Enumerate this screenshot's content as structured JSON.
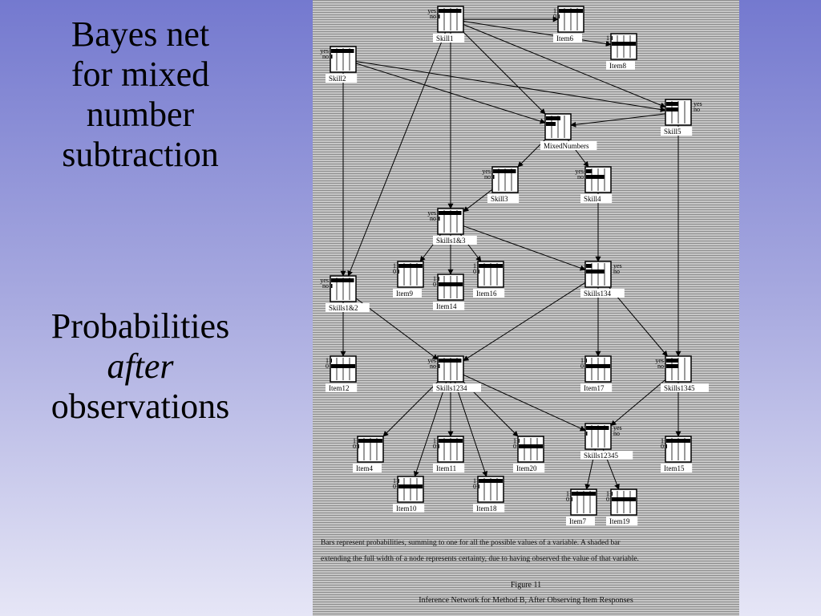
{
  "slide": {
    "title_lines": [
      "Bayes net",
      "for mixed",
      "number",
      "subtraction"
    ],
    "subtitle_line1": "Probabilities",
    "subtitle_line2_italic": "after",
    "subtitle_line3": "observations"
  },
  "figure": {
    "caption_line_1": "Bars represent probabilities, summing to one for all the possible values of a variable.  A shaded bar",
    "caption_line_2": "extending the full width of a node represents certainty, due to having observed the value of that variable.",
    "number": "Figure 11",
    "title": "Inference Network for Method B, After Observing Item Responses"
  },
  "network": {
    "nodes": [
      {
        "id": "Skill1",
        "label": "Skill1",
        "states": [
          "yes",
          "no"
        ],
        "probs": [
          0.95,
          0.05
        ]
      },
      {
        "id": "Item6",
        "label": "Item6",
        "states": [
          "1",
          "0"
        ],
        "probs": [
          1,
          0
        ]
      },
      {
        "id": "Item8",
        "label": "Item8",
        "states": [
          "1",
          "0"
        ],
        "probs": [
          0,
          1
        ]
      },
      {
        "id": "Skill2",
        "label": "Skill2",
        "states": [
          "yes",
          "no"
        ],
        "probs": [
          0.95,
          0.05
        ]
      },
      {
        "id": "Skill5",
        "label": "Skill5",
        "states": [
          "yes",
          "no"
        ],
        "probs": [
          0.5,
          0.5
        ]
      },
      {
        "id": "MixedNumbers",
        "label": "MixedNumbers",
        "states": [
          "",
          ""
        ],
        "probs": [
          0.6,
          0.4
        ]
      },
      {
        "id": "Skill3",
        "label": "Skill3",
        "states": [
          "yes",
          "no"
        ],
        "probs": [
          0.95,
          0.05
        ]
      },
      {
        "id": "Skill4",
        "label": "Skill4",
        "states": [
          "yes",
          "no"
        ],
        "probs": [
          0.25,
          0.75
        ]
      },
      {
        "id": "Skills1and3",
        "label": "Skills1&3",
        "states": [
          "yes",
          "no"
        ],
        "probs": [
          0.95,
          0.05
        ]
      },
      {
        "id": "Item9",
        "label": "Item9",
        "states": [
          "1",
          "0"
        ],
        "probs": [
          1,
          0
        ]
      },
      {
        "id": "Item14",
        "label": "Item14",
        "states": [
          "1",
          "0"
        ],
        "probs": [
          0,
          1
        ]
      },
      {
        "id": "Item16",
        "label": "Item16",
        "states": [
          "1",
          "0"
        ],
        "probs": [
          1,
          0
        ]
      },
      {
        "id": "Skills134",
        "label": "Skills134",
        "states": [
          "yes",
          "no"
        ],
        "probs": [
          0.25,
          0.75
        ]
      },
      {
        "id": "Skills1and2",
        "label": "Skills1&2",
        "states": [
          "yes",
          "no"
        ],
        "probs": [
          0.95,
          0.05
        ]
      },
      {
        "id": "Item12",
        "label": "Item12",
        "states": [
          "1",
          "0"
        ],
        "probs": [
          0,
          1
        ]
      },
      {
        "id": "Skills1234",
        "label": "Skills1234",
        "states": [
          "yes",
          "no"
        ],
        "probs": [
          0.95,
          0.05
        ]
      },
      {
        "id": "Item17",
        "label": "Item17",
        "states": [
          "1",
          "0"
        ],
        "probs": [
          0,
          1
        ]
      },
      {
        "id": "Skills1345",
        "label": "Skills1345",
        "states": [
          "yes",
          "no"
        ],
        "probs": [
          0.5,
          0.5
        ]
      },
      {
        "id": "Item4",
        "label": "Item4",
        "states": [
          "1",
          "0"
        ],
        "probs": [
          1,
          0
        ]
      },
      {
        "id": "Item11",
        "label": "Item11",
        "states": [
          "1",
          "0"
        ],
        "probs": [
          1,
          0
        ]
      },
      {
        "id": "Item20",
        "label": "Item20",
        "states": [
          "1",
          "0"
        ],
        "probs": [
          0,
          1
        ]
      },
      {
        "id": "Skills12345",
        "label": "Skills12345",
        "states": [
          "yes",
          "no"
        ],
        "probs": [
          0.95,
          0.05
        ]
      },
      {
        "id": "Item15",
        "label": "Item15",
        "states": [
          "1",
          "0"
        ],
        "probs": [
          1,
          0
        ]
      },
      {
        "id": "Item10",
        "label": "Item10",
        "states": [
          "1",
          "0"
        ],
        "probs": [
          0,
          1
        ]
      },
      {
        "id": "Item18",
        "label": "Item18",
        "states": [
          "1",
          "0"
        ],
        "probs": [
          1,
          0
        ]
      },
      {
        "id": "Item7",
        "label": "Item7",
        "states": [
          "1",
          "0"
        ],
        "probs": [
          1,
          0
        ]
      },
      {
        "id": "Item19",
        "label": "Item19",
        "states": [
          "1",
          "0"
        ],
        "probs": [
          0,
          1
        ]
      }
    ],
    "edges": [
      [
        "Skill1",
        "Item6"
      ],
      [
        "Skill1",
        "Item8"
      ],
      [
        "Skill1",
        "Skill5"
      ],
      [
        "Skill1",
        "MixedNumbers"
      ],
      [
        "Skill1",
        "Skills1and3"
      ],
      [
        "Skill1",
        "Skills1and2"
      ],
      [
        "Skill2",
        "MixedNumbers"
      ],
      [
        "Skill2",
        "Skill5"
      ],
      [
        "Skill2",
        "Skills1and2"
      ],
      [
        "Skill5",
        "MixedNumbers"
      ],
      [
        "Skill5",
        "Skills1345"
      ],
      [
        "MixedNumbers",
        "Skill3"
      ],
      [
        "MixedNumbers",
        "Skill4"
      ],
      [
        "Skill3",
        "Skills1and3"
      ],
      [
        "Skill4",
        "Skills134"
      ],
      [
        "Skills1and3",
        "Item9"
      ],
      [
        "Skills1and3",
        "Item14"
      ],
      [
        "Skills1and3",
        "Item16"
      ],
      [
        "Skills1and3",
        "Skills134"
      ],
      [
        "Skills134",
        "Skills1234"
      ],
      [
        "Skills134",
        "Item17"
      ],
      [
        "Skills134",
        "Skills1345"
      ],
      [
        "Skills1and2",
        "Item12"
      ],
      [
        "Skills1and2",
        "Skills1234"
      ],
      [
        "Skills1234",
        "Item4"
      ],
      [
        "Skills1234",
        "Item10"
      ],
      [
        "Skills1234",
        "Item11"
      ],
      [
        "Skills1234",
        "Item18"
      ],
      [
        "Skills1234",
        "Item20"
      ],
      [
        "Skills1234",
        "Skills12345"
      ],
      [
        "Skills1345",
        "Skills12345"
      ],
      [
        "Skills1345",
        "Item15"
      ],
      [
        "Skills12345",
        "Item7"
      ],
      [
        "Skills12345",
        "Item19"
      ]
    ]
  }
}
